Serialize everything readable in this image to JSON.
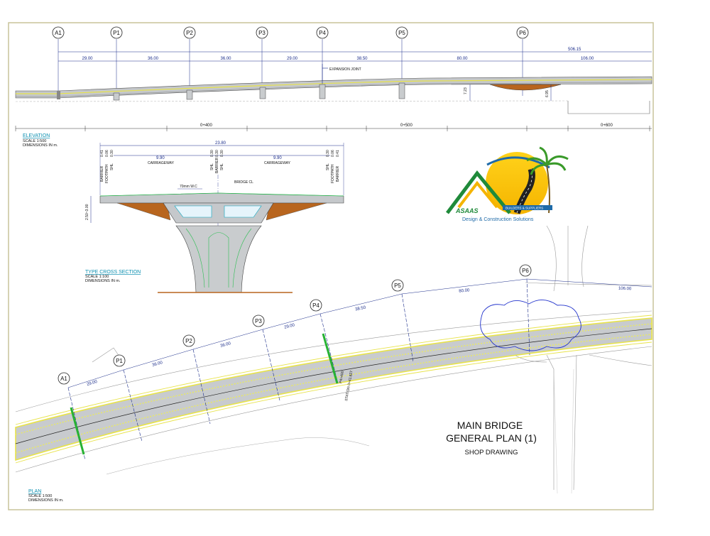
{
  "elevation": {
    "axes": [
      "A1",
      "P1",
      "P2",
      "P3",
      "P4",
      "P5",
      "P6"
    ],
    "total_length": "506.15",
    "spans": [
      "29.00",
      "36.00",
      "36.00",
      "29.00",
      "38.50",
      "80.00",
      "106.00"
    ],
    "expansion_joint_label": "EXPANSION JOINT",
    "pier_heights": [
      "7.23",
      "6.95"
    ],
    "chainages": [
      "0+400",
      "0+500",
      "0+600"
    ],
    "caption": "ELEVATION",
    "scale": "SCALE 1:500",
    "units": "DIMENSIONS IN m."
  },
  "cross_section": {
    "overall_width": "23.80",
    "carriageway_widths": [
      "9.90",
      "9.90"
    ],
    "carriageway_label": "CARRIAGEWAY",
    "barrier_label": "BARRIER",
    "footpath_label": "FOOTPATH",
    "shoulder_label": "SHL",
    "left_dims": [
      "0.41",
      "0.06",
      "0.30"
    ],
    "median_dims": [
      "0.30",
      "0.30",
      "0.30"
    ],
    "right_dims": [
      "0.30",
      "0.06",
      "0.41"
    ],
    "wearing_course": "70mm W.C",
    "bridge_cl": "BRIDGE  CL",
    "depth_range": "2.50~3.00",
    "caption": "TYPE CROSS SECTION",
    "scale": "SCALE 1:100",
    "units": "DIMENSIONS IN m."
  },
  "logo": {
    "brand": "ASAAS",
    "tagline": "BUILDERS & SUPPLIERS",
    "subtitle": "Design & Construction Solutions"
  },
  "plan": {
    "axes": [
      "A1",
      "P1",
      "P2",
      "P3",
      "P4",
      "P5",
      "P6"
    ],
    "spans": [
      "29.00",
      "36.00",
      "36.00",
      "29.00",
      "38.50",
      "80.00",
      "106.00"
    ],
    "station_label_1": "P4=400",
    "station_label_2": "STATION  0+41.827",
    "caption": "PLAN",
    "scale": "SCALE 1:500",
    "units": "DIMENSIONS IN m."
  },
  "title_block": {
    "line1": "MAIN BRIDGE",
    "line2": "GENERAL PLAN (1)",
    "line3": "SHOP DRAWING"
  },
  "colors": {
    "frame": "#c9c49a",
    "dimension": "#1a2c8a",
    "caption": "#0a8fb0",
    "fill_brown": "#b8651e",
    "deck_grey": "#b9bcbf",
    "lane_yellow": "#e8e34a",
    "joint_green": "#27b233"
  }
}
